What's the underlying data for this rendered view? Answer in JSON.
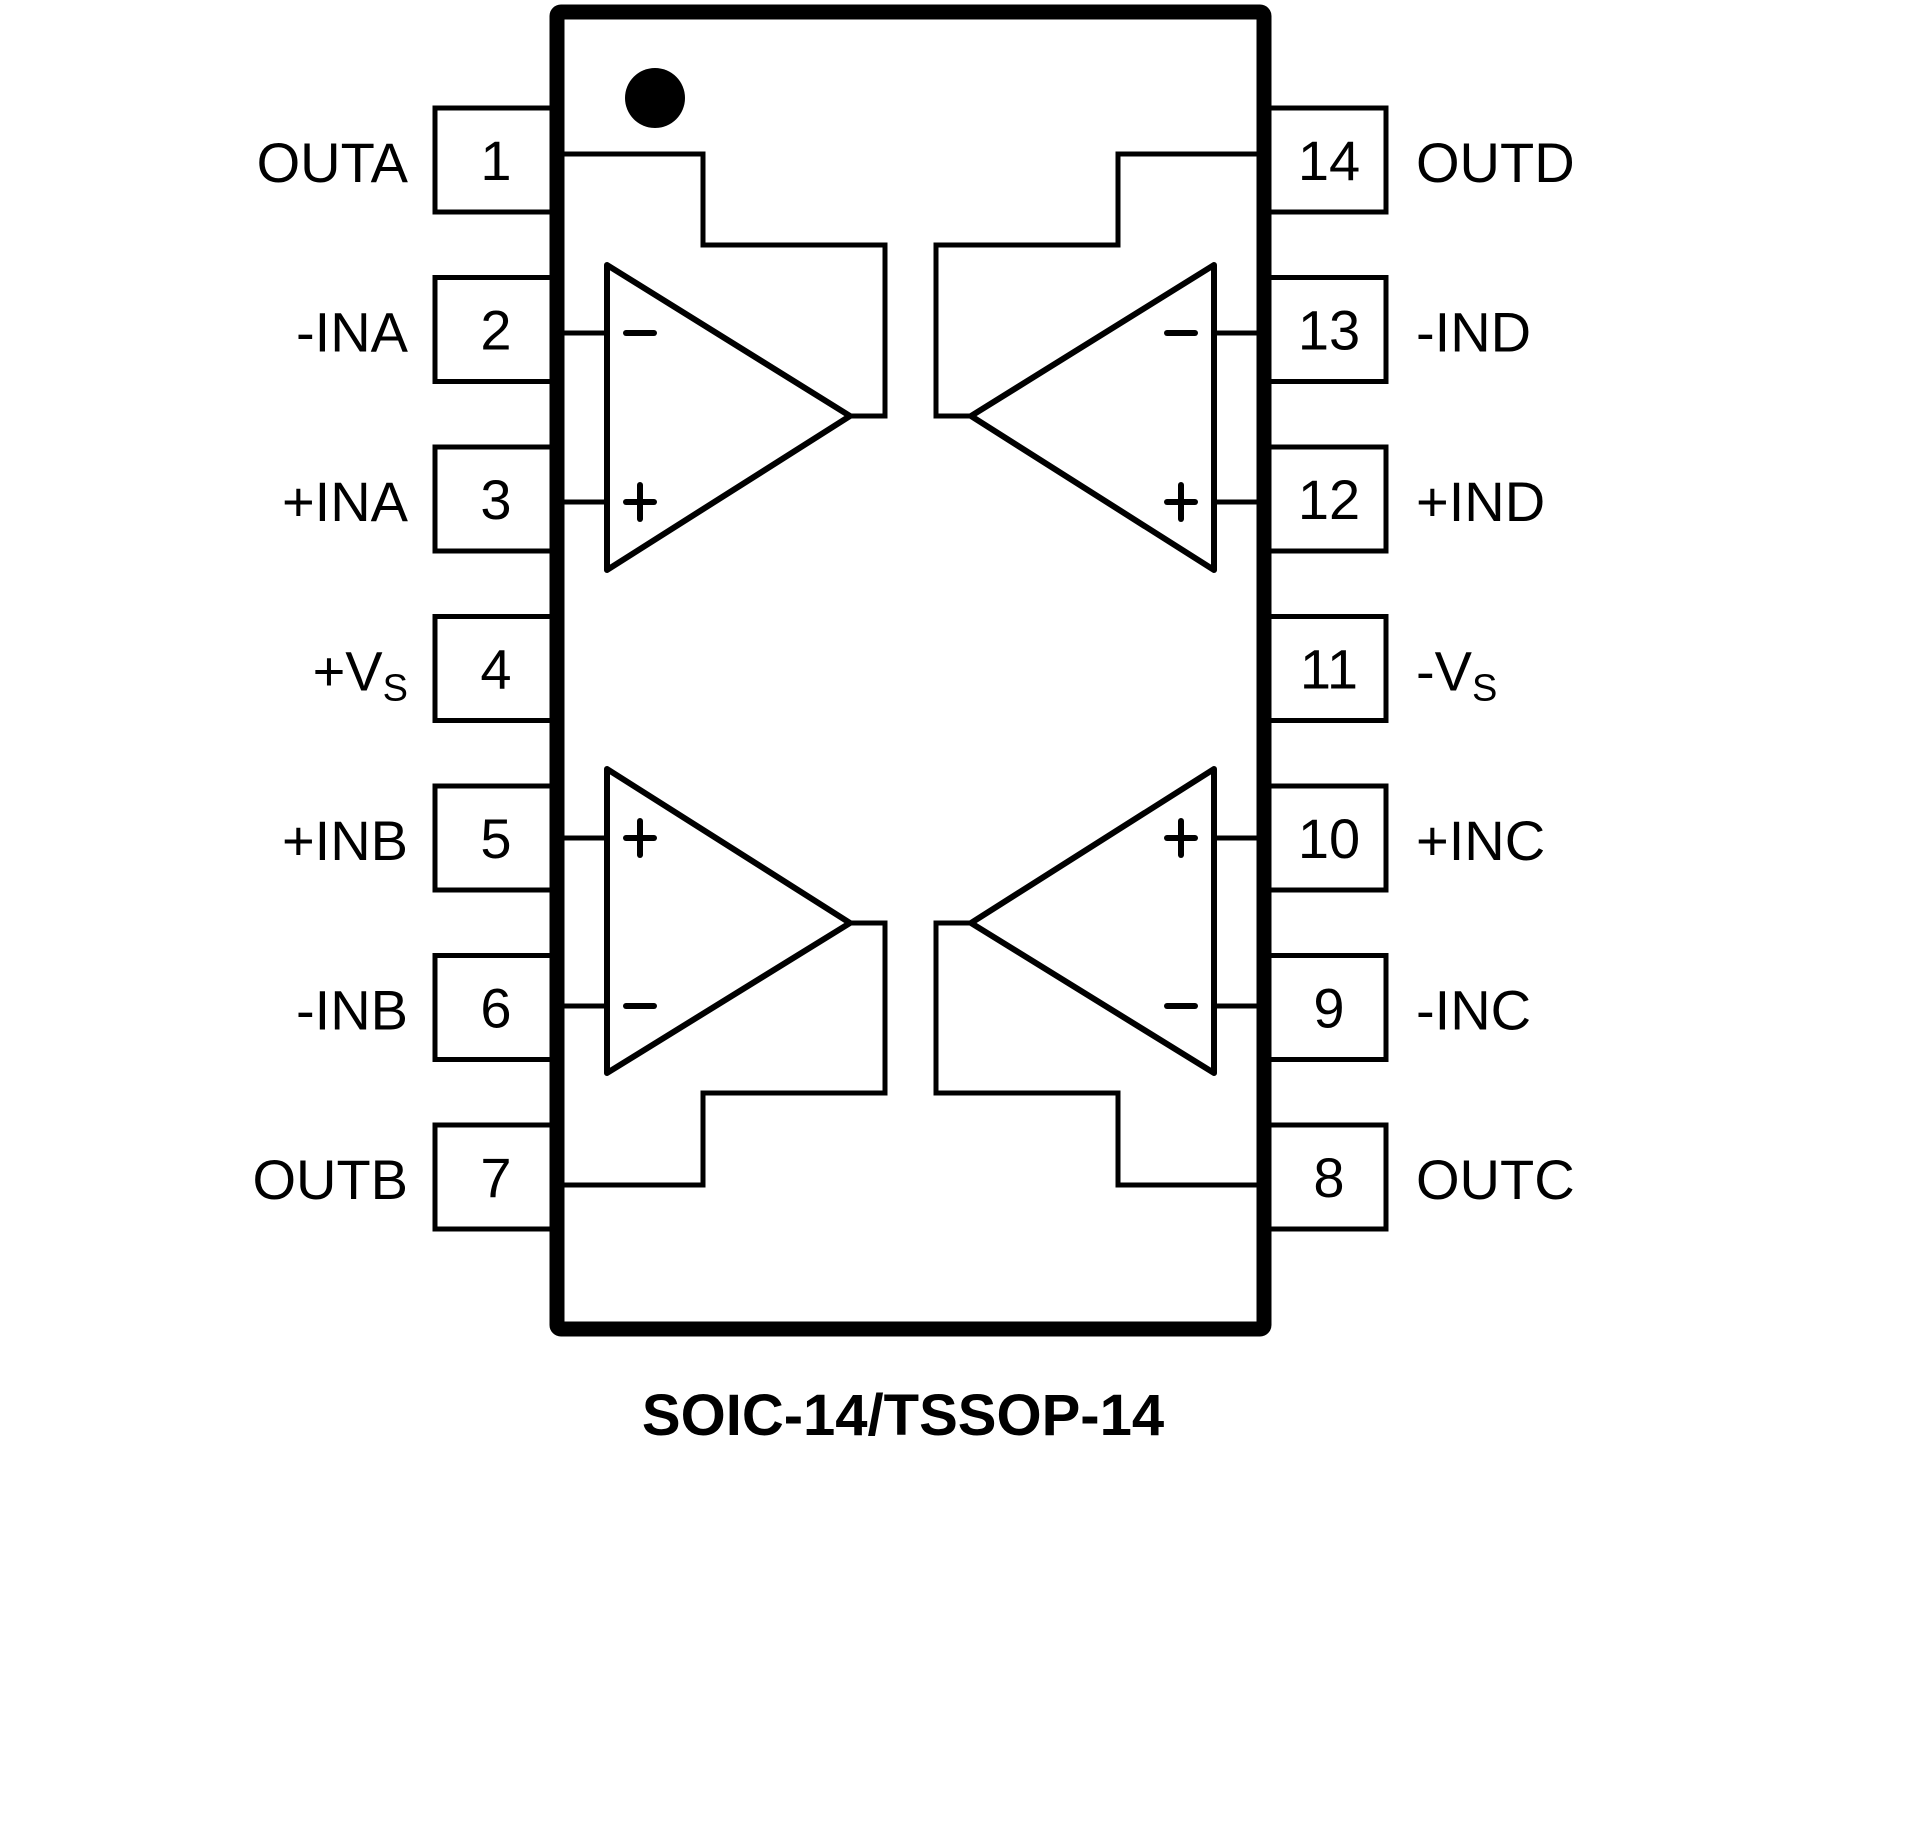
{
  "package_title": "SOIC-14/TSSOP-14",
  "colors": {
    "ink": "#000000",
    "background": "#ffffff"
  },
  "pin1_marker": "dot",
  "left_pins": [
    {
      "number": "1",
      "label": "OUTA",
      "sub": ""
    },
    {
      "number": "2",
      "label": "-INA",
      "sub": ""
    },
    {
      "number": "3",
      "label": "+INA",
      "sub": ""
    },
    {
      "number": "4",
      "label": "+V",
      "sub": "S"
    },
    {
      "number": "5",
      "label": "+INB",
      "sub": ""
    },
    {
      "number": "6",
      "label": "-INB",
      "sub": ""
    },
    {
      "number": "7",
      "label": "OUTB",
      "sub": ""
    }
  ],
  "right_pins": [
    {
      "number": "14",
      "label": "OUTD",
      "sub": ""
    },
    {
      "number": "13",
      "label": "-IND",
      "sub": ""
    },
    {
      "number": "12",
      "label": "+IND",
      "sub": ""
    },
    {
      "number": "11",
      "label": "-V",
      "sub": "S"
    },
    {
      "number": "10",
      "label": "+INC",
      "sub": ""
    },
    {
      "number": "9",
      "label": "-INC",
      "sub": ""
    },
    {
      "number": "8",
      "label": "OUTC",
      "sub": ""
    }
  ],
  "amplifiers": [
    {
      "name": "A",
      "side": "left",
      "position": "top",
      "top_input": "-",
      "bottom_input": "+",
      "output_pin": "1"
    },
    {
      "name": "D",
      "side": "right",
      "position": "top",
      "top_input": "-",
      "bottom_input": "+",
      "output_pin": "14"
    },
    {
      "name": "B",
      "side": "left",
      "position": "bottom",
      "top_input": "+",
      "bottom_input": "-",
      "output_pin": "7"
    },
    {
      "name": "C",
      "side": "right",
      "position": "bottom",
      "top_input": "+",
      "bottom_input": "-",
      "output_pin": "8"
    }
  ]
}
